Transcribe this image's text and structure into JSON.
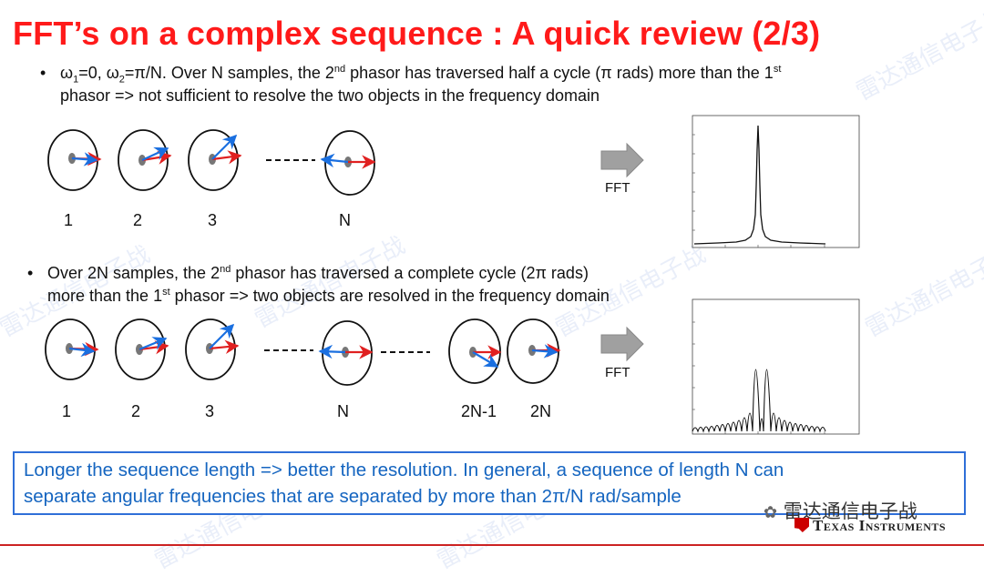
{
  "slide": {
    "title": "FFT’s on a complex sequence : A quick review  (2/3)",
    "bullet1": {
      "omega": "ω",
      "sub1": "1",
      "part1": "=0, ω",
      "sub2": "2",
      "part2": "=π/N.  Over N samples, the 2",
      "sup1": "nd",
      "part3": " phasor has traversed half a cycle (π rads) more than the 1",
      "sup2": "st",
      "line2": "phasor => not sufficient to resolve the two objects in the frequency domain"
    },
    "bullet2": {
      "part1": "Over 2N samples, the 2",
      "sup1": "nd",
      "part2": " phasor has traversed a complete cycle (2π rads)",
      "line2a": "more than the 1",
      "sup2": "st",
      "line2b": " phasor =>  two objects are resolved in  the frequency domain"
    },
    "row1_labels": [
      "1",
      "2",
      "3",
      "N"
    ],
    "row2_labels": [
      "1",
      "2",
      "3",
      "N",
      "2N-1",
      "2N"
    ],
    "fft_label_top": "FFT",
    "fft_label_bottom": "FFT",
    "summary_line1": "Longer the sequence length => better the resolution. In general, a sequence of length N  can",
    "summary_line2": "separate angular frequencies that are separated  by more than 2π/N rad/sample",
    "brand": "Texas Instruments",
    "wechat": "雷达通信电子战",
    "watermark": "雷达通信电子战",
    "colors": {
      "title": "#ff1a1a",
      "summary_text": "#1565c0",
      "summary_border": "#2f6fd8",
      "phasor1": "#e02020",
      "phasor2": "#1a6fe0"
    }
  }
}
